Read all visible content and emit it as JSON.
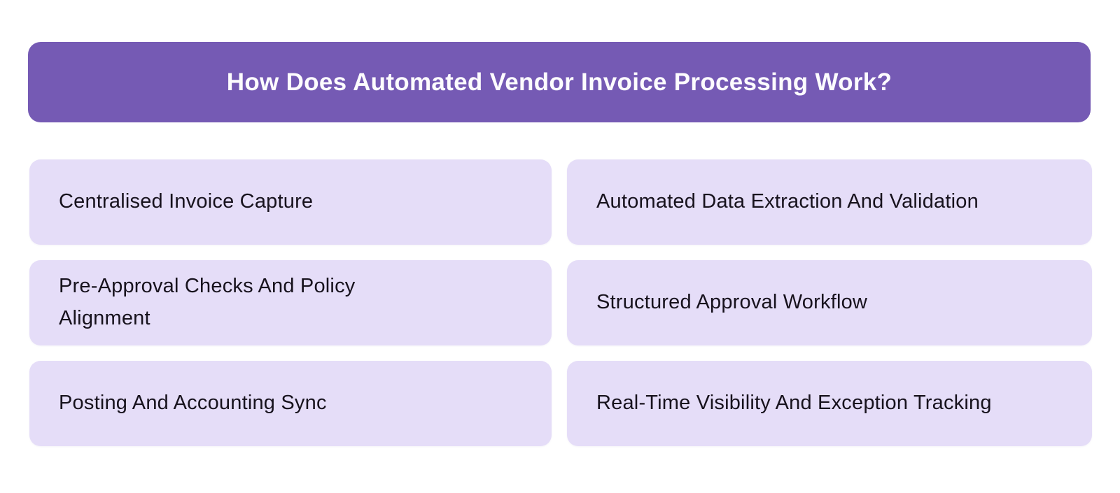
{
  "page": {
    "background_color": "#ffffff"
  },
  "header": {
    "title": "How Does Automated Vendor Invoice Processing Work?",
    "background_color": "#755ab4",
    "text_color": "#fdfcfe"
  },
  "card_style": {
    "background_color": "#e5ddf8",
    "text_color": "#17121d"
  },
  "cards": [
    {
      "label": "Centralised Invoice Capture"
    },
    {
      "label": "Automated Data Extraction And Validation"
    },
    {
      "label": "Pre-Approval Checks And Policy\nAlignment"
    },
    {
      "label": "Structured Approval Workflow"
    },
    {
      "label": "Posting And Accounting Sync"
    },
    {
      "label": "Real-Time Visibility And Exception Tracking"
    }
  ]
}
